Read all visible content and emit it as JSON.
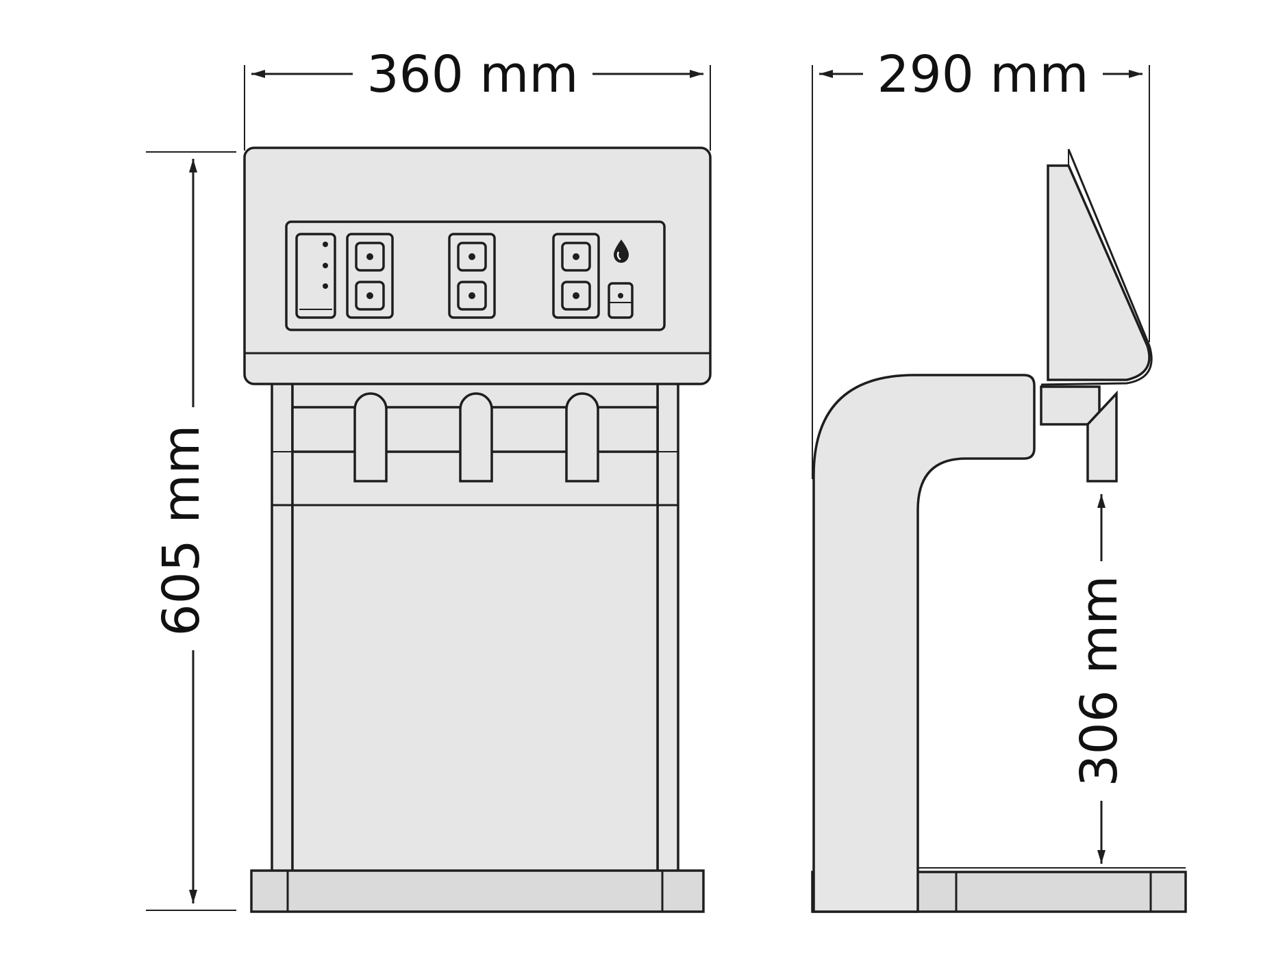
{
  "dimensions": {
    "front_width": "360 mm",
    "side_depth": "290 mm",
    "total_height": "605 mm",
    "tap_clearance": "306 mm"
  },
  "colors": {
    "outline": "#1e1e1e",
    "fill": "#e6e6e6",
    "background": "#ffffff"
  },
  "icons": {
    "water_indicator": "water-drop-icon"
  }
}
